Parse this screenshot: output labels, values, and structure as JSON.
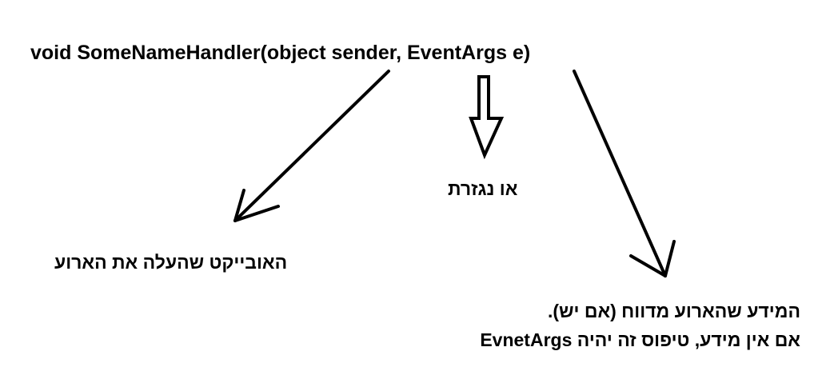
{
  "signature": "void SomeNameHandler(object sender, EventArgs e)",
  "annotations": {
    "derived": "או נגזרת",
    "sender": "האובייקט שהעלה את הארוע",
    "info_line1": "המידע שהארוע מדווח (אם יש).",
    "info_line2": "אם אין מידע, טיפוס זה יהיה EvnetArgs"
  },
  "colors": {
    "ink": "#000000",
    "background": "#ffffff"
  },
  "icons": [
    "arrow-to-sender",
    "hollow-down-arrow",
    "arrow-to-eventargs"
  ]
}
